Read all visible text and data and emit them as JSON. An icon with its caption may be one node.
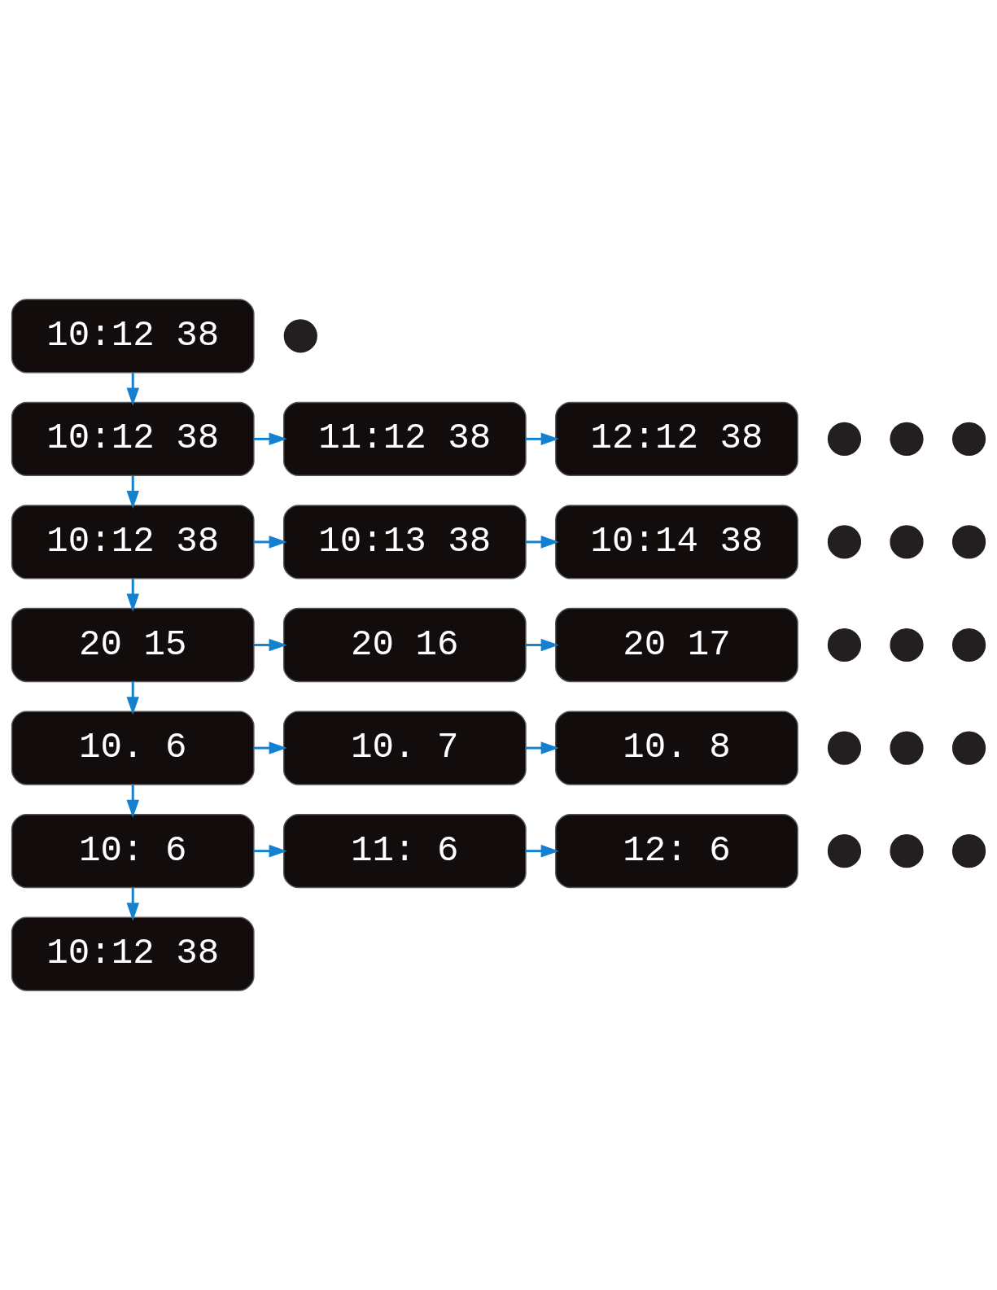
{
  "diagram": {
    "nodes": [
      {
        "text": [
          "10:12 38"
        ]
      },
      {
        "text": [
          "10:12 38"
        ]
      },
      {
        "text": [
          "11:12 38"
        ]
      },
      {
        "text": [
          "12:12 38"
        ]
      },
      {
        "text": [
          "10:12 38"
        ]
      },
      {
        "text": [
          "10:13 38"
        ]
      },
      {
        "text": [
          "10:14 38"
        ]
      },
      {
        "text": [
          "20 15"
        ]
      },
      {
        "text": [
          "20 16"
        ]
      },
      {
        "text": [
          "20 17"
        ]
      },
      {
        "text": [
          "10. 6"
        ]
      },
      {
        "text": [
          "10. 7"
        ]
      },
      {
        "text": [
          "10. 8"
        ]
      },
      {
        "text": [
          "10: 6"
        ]
      },
      {
        "text": [
          "11: 6"
        ]
      },
      {
        "text": [
          "12: 6"
        ]
      },
      {
        "text": [
          "10:12 38"
        ]
      },
      {
        "text": [],
        "shape": "circle"
      },
      {
        "text": [],
        "shape": "circle"
      },
      {
        "text": [],
        "shape": "circle"
      },
      {
        "text": [],
        "shape": "circle"
      },
      {
        "text": [],
        "shape": "circle"
      },
      {
        "text": [],
        "shape": "circle"
      },
      {
        "text": [],
        "shape": "circle"
      },
      {
        "text": [],
        "shape": "circle"
      },
      {
        "text": [],
        "shape": "circle"
      },
      {
        "text": [],
        "shape": "circle"
      },
      {
        "text": [],
        "shape": "circle"
      },
      {
        "text": [],
        "shape": "circle"
      },
      {
        "text": [],
        "shape": "circle"
      },
      {
        "text": [],
        "shape": "circle"
      },
      {
        "text": [],
        "shape": "circle"
      },
      {
        "text": [],
        "shape": "circle"
      }
    ],
    "edges": [
      {
        "from": 0,
        "to": 1,
        "arrow": "to"
      },
      {
        "from": 1,
        "to": 2,
        "arrow": "to"
      },
      {
        "from": 2,
        "to": 3,
        "arrow": "to"
      },
      {
        "from": 1,
        "to": 4,
        "arrow": "to"
      },
      {
        "from": 4,
        "to": 5,
        "arrow": "to"
      },
      {
        "from": 5,
        "to": 6,
        "arrow": "to"
      },
      {
        "from": 4,
        "to": 7,
        "arrow": "to"
      },
      {
        "from": 7,
        "to": 8,
        "arrow": "to"
      },
      {
        "from": 8,
        "to": 9,
        "arrow": "to"
      },
      {
        "from": 7,
        "to": 10,
        "arrow": "to"
      },
      {
        "from": 10,
        "to": 11,
        "arrow": "to"
      },
      {
        "from": 11,
        "to": 12,
        "arrow": "to"
      },
      {
        "from": 10,
        "to": 13,
        "arrow": "to"
      },
      {
        "from": 13,
        "to": 14,
        "arrow": "to"
      },
      {
        "from": 14,
        "to": 15,
        "arrow": "to"
      },
      {
        "from": 13,
        "to": 16,
        "arrow": "to"
      }
    ]
  }
}
